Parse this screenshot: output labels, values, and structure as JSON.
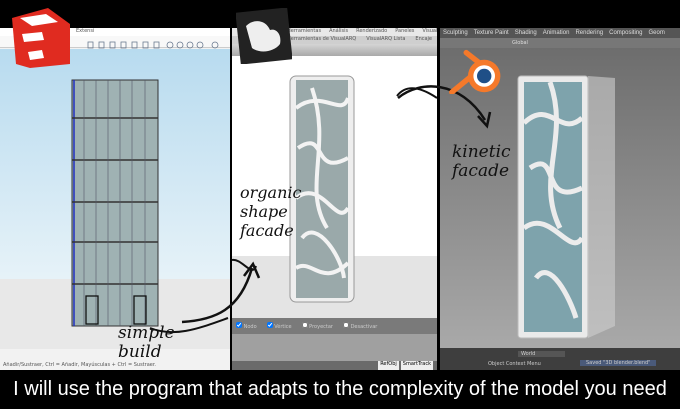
{
  "panels": {
    "sketchup": {
      "toolbar_label": "Extensi",
      "status_text": "Añadir/Sustraer, Ctrl = Añadir, Mayúsculas + Ctrl = Sustraer.",
      "annotation": [
        "simple",
        "build"
      ],
      "icon": "sketchup-logo-icon"
    },
    "rhino": {
      "menu": [
        "Herramientas",
        "Análisis",
        "Renderizado",
        "Paneles",
        "VisualARQ"
      ],
      "tabs": [
        "Herramientas de VisualARQ",
        "VisualARQ Lista",
        "Encaje"
      ],
      "checkboxes": [
        {
          "label": "Nodo",
          "checked": true
        },
        {
          "label": "Vértice",
          "checked": true
        },
        {
          "label": "Proyectar",
          "checked": false
        },
        {
          "label": "Desactivar",
          "checked": false
        }
      ],
      "status_buttons": [
        "RefObj",
        "SmartTrack"
      ],
      "annotation": [
        "organic",
        "shape",
        "facade"
      ],
      "icon": "rhino-logo-icon"
    },
    "blender": {
      "workspace_tabs": [
        "Sculpting",
        "Texture Paint",
        "Shading",
        "Animation",
        "Rendering",
        "Compositing",
        "Geom"
      ],
      "mode_label": "Global",
      "scene_field": "World",
      "status_left": "Object Context Menu",
      "status_message": "Saved \"3D blender.blend\"",
      "annotation": [
        "kinetic",
        "facade"
      ],
      "icon": "blender-logo-icon",
      "accent": "#f5792a"
    }
  },
  "caption": "I will use the program that adapts to the complexity of the model you need"
}
